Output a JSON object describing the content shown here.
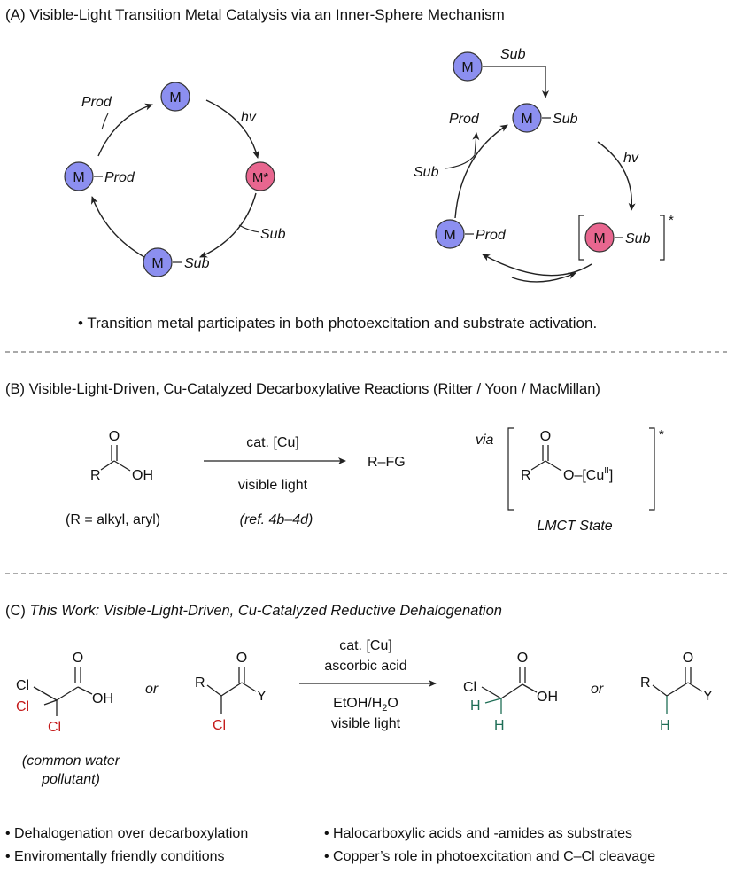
{
  "colors": {
    "metal_blue": "#8c8ff0",
    "metal_pink": "#e8668f",
    "red": "#c41818",
    "green": "#1f6e56",
    "arrow": "#222222",
    "dash": "#555555"
  },
  "sectionA": {
    "title": "(A) Visible-Light Transition Metal Catalysis via an Inner-Sphere Mechanism",
    "left_cycle": {
      "metal": "M",
      "metal_excited": "M*",
      "prod": "Prod",
      "hv": "hv",
      "sub": "Sub",
      "m_prod": "Prod",
      "m_sub": "Sub"
    },
    "right_cycle": {
      "metal": "M",
      "sub_in": "Sub",
      "m_sub": "Sub",
      "prod_out": "Prod",
      "sub_out": "Sub",
      "hv": "hv",
      "m_prod": "Prod",
      "excited_sub": "Sub",
      "star": "*"
    },
    "note": "• Transition metal participates in both photoexcitation and substrate activation."
  },
  "sectionB": {
    "title": "(B) Visible-Light-Driven, Cu-Catalyzed Decarboxylative Reactions (Ritter / Yoon / MacMillan)",
    "acid": {
      "O": "O",
      "R": "R",
      "OH": "OH",
      "note": "(R = alkyl, aryl)"
    },
    "arrow_top": "cat. [Cu]",
    "arrow_bottom": "visible light",
    "ref": "(ref. 4b–4d)",
    "product": "R–FG",
    "via": "via",
    "lmct": {
      "O": "O",
      "R": "R",
      "O2": "O–[Cu",
      "sup": "II",
      "close": "]",
      "star": "*",
      "label": "LMCT State"
    }
  },
  "sectionC": {
    "title_prefix": "(C) ",
    "title_italic": "This Work: Visible-Light-Driven, Cu-Catalyzed Reductive Dehalogenation",
    "tca": {
      "O": "O",
      "Cl_top": "Cl",
      "Cl_red1": "Cl",
      "Cl_red2": "Cl",
      "OH": "OH",
      "note1": "(common water",
      "note2": "pollutant)"
    },
    "or1": "or",
    "sub2": {
      "R": "R",
      "O": "O",
      "Y": "Y",
      "Cl": "Cl"
    },
    "arrow_top1": "cat. [Cu]",
    "arrow_top2": "ascorbic acid",
    "arrow_bottom1_main": "EtOH/H",
    "arrow_bottom1_sub": "2",
    "arrow_bottom1_end": "O",
    "arrow_bottom2": "visible light",
    "mca": {
      "Cl": "Cl",
      "O": "O",
      "OH": "OH",
      "H1": "H",
      "H2": "H"
    },
    "or2": "or",
    "prod2": {
      "R": "R",
      "O": "O",
      "Y": "Y",
      "H": "H"
    },
    "bullets": [
      "• Dehalogenation over decarboxylation",
      "• Halocarboxylic acids and -amides as substrates",
      "• Enviromentally friendly conditions",
      "• Copper’s role in photoexcitation and C–Cl cleavage"
    ]
  }
}
